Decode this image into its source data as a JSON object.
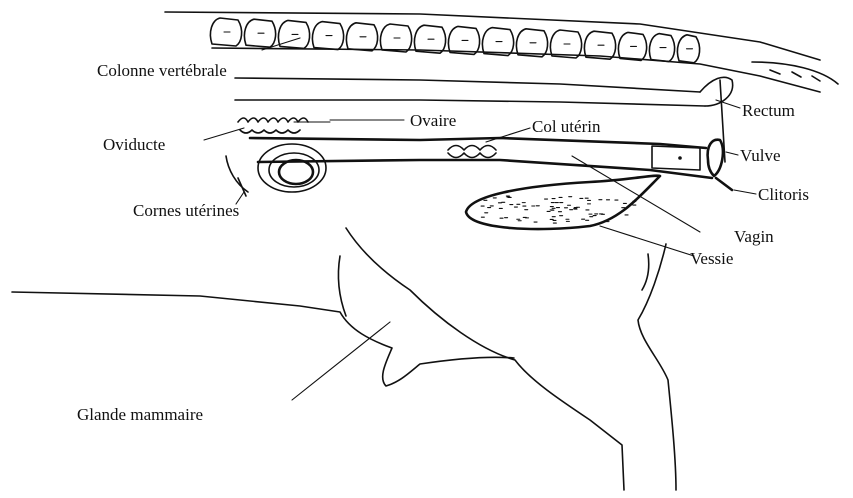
{
  "labels": {
    "colonne": "Colonne vertébrale",
    "rectum": "Rectum",
    "ovaire": "Ovaire",
    "col": "Col utérin",
    "oviducte": "Oviducte",
    "vulve": "Vulve",
    "clitoris": "Clitoris",
    "cornes": "Cornes utérines",
    "vagin": "Vagin",
    "vessie": "Vessie",
    "glande": "Glande mammaire"
  },
  "colors": {
    "ink": "#111111",
    "background": "#ffffff"
  }
}
